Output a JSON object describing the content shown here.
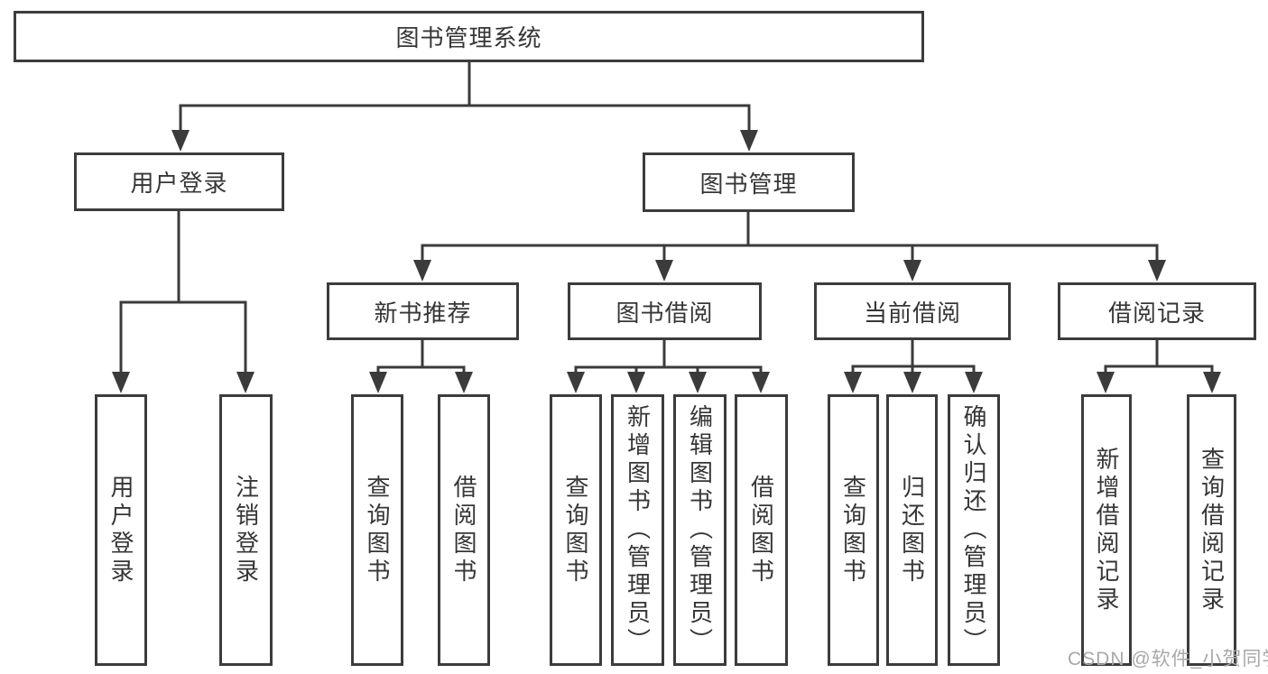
{
  "diagram": {
    "type": "tree",
    "root": {
      "label": "图书管理系统"
    },
    "level2": [
      {
        "label": "用户登录",
        "children": [
          {
            "label": "用户登录"
          },
          {
            "label": "注销登录"
          }
        ]
      },
      {
        "label": "图书管理",
        "children": [
          {
            "label": "新书推荐",
            "children": [
              {
                "label": "查询图书"
              },
              {
                "label": "借阅图书"
              }
            ]
          },
          {
            "label": "图书借阅",
            "children": [
              {
                "label": "查询图书"
              },
              {
                "label": "新增图书（管理员）"
              },
              {
                "label": "编辑图书（管理员）"
              },
              {
                "label": "借阅图书"
              }
            ]
          },
          {
            "label": "当前借阅",
            "children": [
              {
                "label": "查询图书"
              },
              {
                "label": "归还图书"
              },
              {
                "label": "确认归还（管理员）"
              }
            ]
          },
          {
            "label": "借阅记录",
            "children": [
              {
                "label": "新增借阅记录"
              },
              {
                "label": "查询借阅记录"
              }
            ]
          }
        ]
      }
    ],
    "watermark": "CSDN @软件_小贺同学",
    "colors": {
      "line": "#3b3b3b",
      "box_border": "#3c3c3c",
      "box_fill": "#ffffff",
      "text": "#363636",
      "watermark": "#a8a8a8",
      "background": "#ffffff"
    }
  }
}
